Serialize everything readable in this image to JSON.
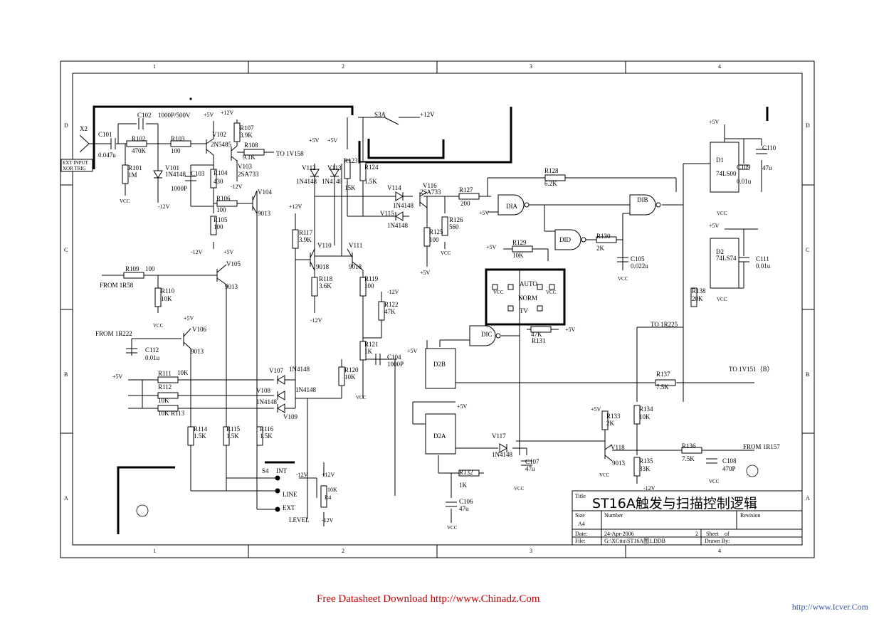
{
  "title_block": {
    "title_label": "Title",
    "title": "ST16A触发与扫描控制逻辑",
    "size_label": "Size",
    "size": "A4",
    "number_label": "Number",
    "revision_label": "Revision",
    "date_label": "Date:",
    "date": "24-Apr-2006",
    "sheet_label": "Sheet",
    "sheet_of": "of",
    "sheet_no": "2",
    "file_label": "File:",
    "file": "G:\\XCtiu\\ST16A图1.DDB",
    "drawn_label": "Drawn By:"
  },
  "border": {
    "cols": [
      "1",
      "2",
      "3",
      "4"
    ],
    "rows": [
      "D",
      "C",
      "B",
      "A"
    ]
  },
  "labels": {
    "x2": "X2",
    "ext_input": "EXT INPUT",
    "xor_trig": "XOR TRIG",
    "c101": "C101",
    "c101v": "0.047u",
    "c102": "C102",
    "c102v": "1000P/500V",
    "r102": "R102",
    "r102v": "470K",
    "r101": "R101",
    "r101v": "1M",
    "v101": "V101",
    "v101v": "1N4148",
    "r103": "R103",
    "r103v": "100",
    "c103": "C103",
    "c103v": "1000P",
    "r104": "R104",
    "r104v": "430",
    "v102": "V102",
    "v102v": "2N5485",
    "v103": "V103",
    "v103v": "2SA733",
    "r107": "R107",
    "r107v": "3.9K",
    "r108": "R108",
    "r108v": "9.1K",
    "to1v158": "TO 1V158",
    "r106": "R106",
    "r106v": "100",
    "r105": "R105",
    "r105v": "100",
    "v104": "V104",
    "v104v": "9013",
    "v105": "V105",
    "v105v": "9013",
    "r109": "R109",
    "r109v": "100",
    "from1r58": "FROM 1R58",
    "r110": "R110",
    "r110v": "10K",
    "v106": "V106",
    "v106v": "9013",
    "from1r222": "FROM 1R222",
    "c112": "C112",
    "c112v": "0.01u",
    "r111": "R111",
    "r111v": "10K",
    "r112": "R112",
    "r112v": "10K",
    "r113": "R113",
    "r113v": "10K",
    "r114": "R114",
    "r114v": "1.5K",
    "r115": "R115",
    "r115v": "1.5K",
    "r116": "R116",
    "r116v": "1.5K",
    "v107": "V107",
    "v107v": "1N4148",
    "v108": "V108",
    "v108v": "1N4148",
    "v109": "V109",
    "v109v": "1N4148",
    "v112": "V112",
    "v112v": "1N4148",
    "v113": "V113",
    "v113v": "1N4148",
    "r123": "R123",
    "r123v": "15K",
    "r124": "R124",
    "r124v": "1.5K",
    "r117": "R117",
    "r117v": "3.9K",
    "v110": "V110",
    "v110v": "9018",
    "v111": "V111",
    "v111v": "9018",
    "r118": "R118",
    "r118v": "3.6K",
    "r119": "R119",
    "r119v": "100",
    "r122": "R122",
    "r122v": "47K",
    "r121": "R121",
    "r121v": "1K",
    "r120": "R120",
    "r120v": "10K",
    "c104": "C104",
    "c104v": "1000P",
    "s3a": "S3A",
    "v114": "V114",
    "v114v": "1N4148",
    "v115": "V115",
    "v115v": "1N4148",
    "v116": "V116",
    "v116v": "2SA733",
    "r125": "R125",
    "r125v": "100",
    "r126": "R126",
    "r126v": "560",
    "r127": "R127",
    "r127v": "200",
    "r128": "R128",
    "r128v": "6.2K",
    "dia": "DIA",
    "dib": "DIB",
    "did": "DID",
    "dic": "DIC",
    "r129": "R129",
    "r129v": "10K",
    "r130": "R130",
    "r130v": "2K",
    "c105": "C105",
    "c105v": "0.022u",
    "auto": "AUTO",
    "norm": "NORM",
    "tv": "TV",
    "r131": "R131",
    "r131v": "47K",
    "to1r225": "TO 1R225",
    "d2b": "D2B",
    "d2a": "D2A",
    "r137": "R137",
    "r137v": "7.5K",
    "to1v151": "TO 1V151（B）",
    "v117": "V117",
    "v117v": "1N4148",
    "c107": "C107",
    "c107v": "47u",
    "r132": "R132",
    "r132v": "1K",
    "c106": "C106",
    "c106v": "47u",
    "r133": "R133",
    "r133v": "2K",
    "r134": "R134",
    "r134v": "10K",
    "v118": "V118",
    "v118v": "9013",
    "r135": "R135",
    "r135v": "33K",
    "r136": "R136",
    "r136v": "7.5K",
    "c108": "C108",
    "c108v": "470P",
    "from1r157": "FROM 1R157",
    "r138": "R138",
    "r138v": "20K",
    "d1": "D1",
    "d1v": "74LS00",
    "d2": "D2",
    "d2v": "74LS74",
    "c109": "C109",
    "c109v": "0.01u",
    "c110": "C110",
    "c110v": "47u",
    "c111": "C111",
    "c111v": "0.01u",
    "s4": "S4",
    "int": "INT",
    "line": "LINE",
    "ext": "EXT",
    "level": "LEVEL",
    "r4": "R4",
    "r4v": "10K",
    "vcc": "VCC",
    "p5v": "+5V",
    "p12v": "+12V",
    "m12v": "-12V"
  },
  "footer": {
    "main": "Free Datasheet Download http://www.Chinadz.Com",
    "right": "http://www.Icver.Com"
  }
}
